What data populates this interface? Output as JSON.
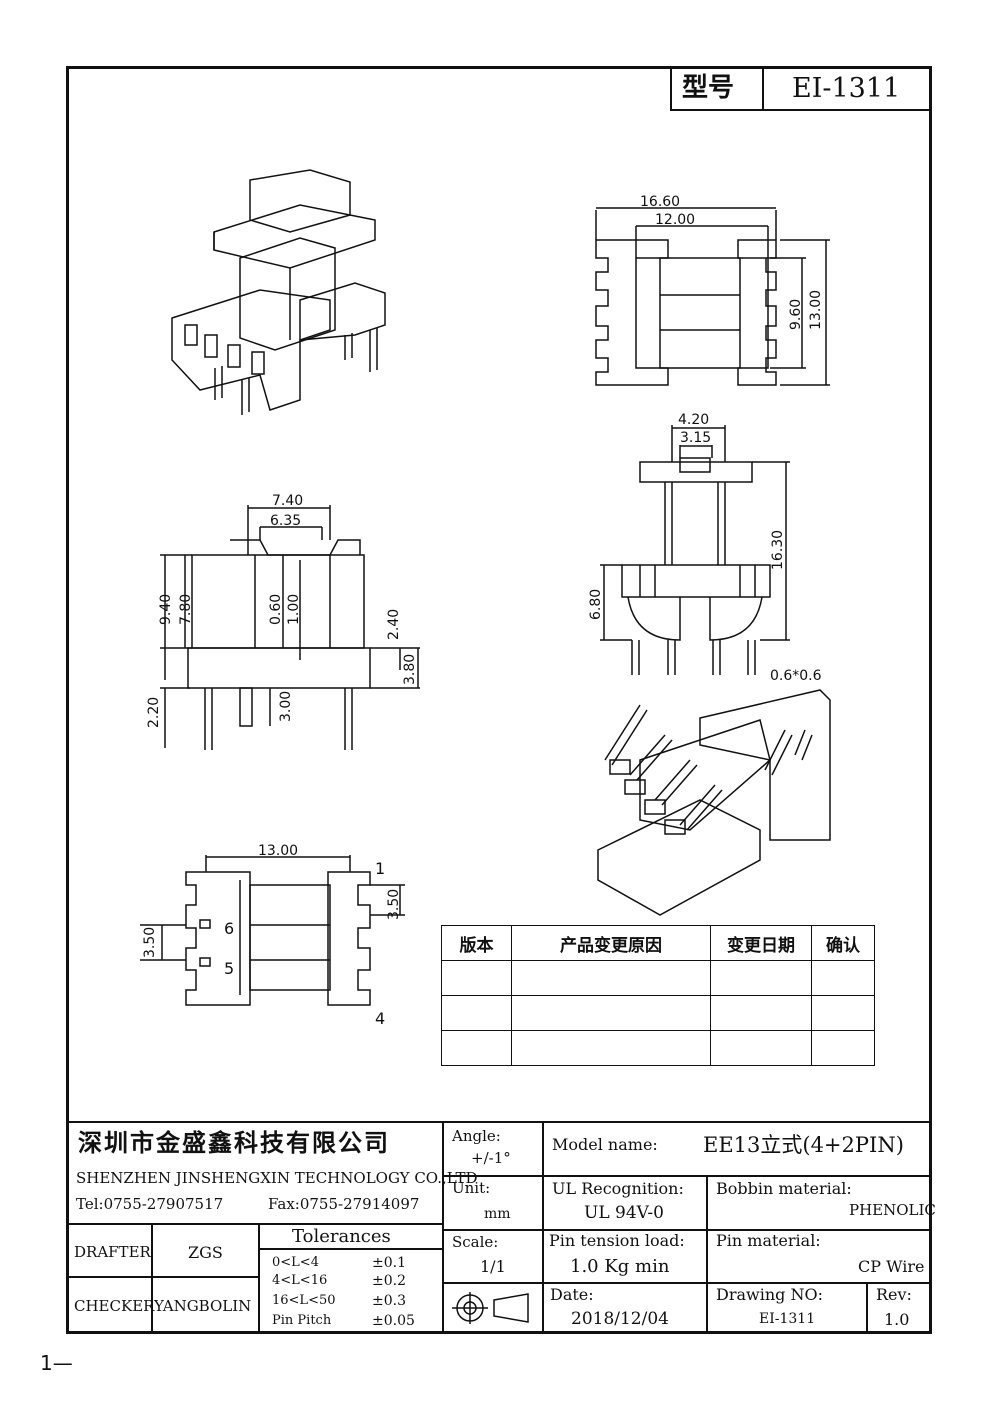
{
  "title_block": {
    "label": "型号",
    "model": "EI-1311"
  },
  "dimensions": {
    "A": "16.60",
    "B": "12.00",
    "C": "9.60",
    "D": "13.00",
    "E": "7.40",
    "F": "6.35",
    "G": "9.40",
    "H": "7.80",
    "v060": "0.60",
    "v100": "1.00",
    "v240": "2.40",
    "J": "",
    "K": "3.80",
    "v220": "2.20",
    "I": "3.00",
    "M": "4.20",
    "N": "3.15",
    "P": "16.30",
    "O": "6.80",
    "Q": "0.6*0.6",
    "R": "13.00",
    "T": "3.50",
    "S": "3.50"
  },
  "pins": {
    "p1": "1",
    "p4": "4",
    "p5": "5",
    "p6": "6"
  },
  "revision_table": {
    "headers": [
      "版本",
      "产品变更原因",
      "变更日期",
      "确认"
    ]
  },
  "company": {
    "name_cn": "深圳市金盛鑫科技有限公司",
    "name_en": "SHENZHEN JINSHENGXIN TECHNOLOGY CO.,LTD",
    "tel": "Tel:0755-27907517",
    "fax": "Fax:0755-27914097"
  },
  "angle": {
    "label": "Angle:",
    "value": "+/-1°"
  },
  "unit": {
    "label": "Unit:",
    "value": "mm"
  },
  "scale": {
    "label": "Scale:",
    "value": "1/1"
  },
  "model_name": {
    "label": "Model name:",
    "value": "EE13立式(4+2PIN)"
  },
  "ul": {
    "label": "UL Recognition:",
    "value": "UL 94V-0"
  },
  "bobbin": {
    "label": "Bobbin material:",
    "value": "PHENOLIC"
  },
  "pin_tension": {
    "label": "Pin tension load:",
    "value": "1.0 Kg min"
  },
  "pin_material": {
    "label": "Pin material:",
    "value": "CP Wire"
  },
  "date": {
    "label": "Date:",
    "value": "2018/12/04"
  },
  "drawing_no": {
    "label": "Drawing NO:",
    "value": "EI-1311"
  },
  "rev": {
    "label": "Rev:",
    "value": "1.0"
  },
  "drafter": {
    "label": "DRAFTER",
    "value": "ZGS"
  },
  "checker": {
    "label": "CHECKER",
    "value": "YANGBOLIN"
  },
  "tolerances": {
    "title": "Tolerances",
    "rows": [
      {
        "range": "0<L<4",
        "tol": "±0.1"
      },
      {
        "range": "4<L<16",
        "tol": "±0.2"
      },
      {
        "range": "16<L<50",
        "tol": "±0.3"
      },
      {
        "range": "Pin Pitch",
        "tol": "±0.05"
      }
    ]
  },
  "page_number": "1—"
}
